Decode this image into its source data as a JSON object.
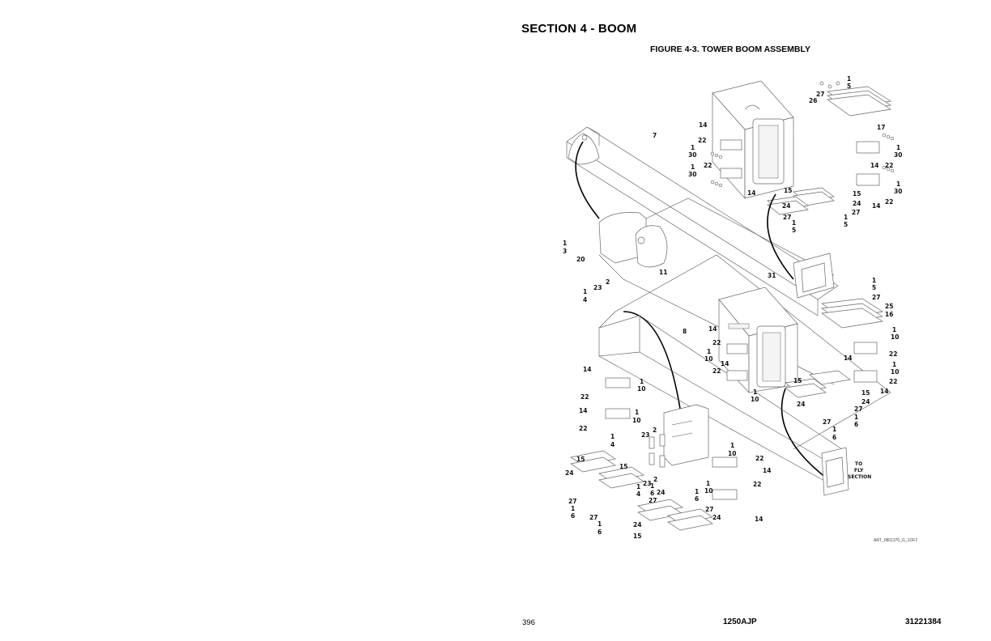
{
  "header": {
    "section_title": "SECTION 4 - BOOM",
    "figure_title": "FIGURE 4-3. TOWER BOOM ASSEMBLY"
  },
  "figure": {
    "art_id": "ART_0801370_G_1OF2",
    "callouts": {
      "c1": "1",
      "c5": "5",
      "c27": "27",
      "c26": "26",
      "c17": "17",
      "c14": "14",
      "c22": "22",
      "c30": "30",
      "c15": "15",
      "c24": "24",
      "c7": "7",
      "c3": "3",
      "c20": "20",
      "c2": "2",
      "c23": "23",
      "c4": "4",
      "c11": "11",
      "c31": "31",
      "c25": "25",
      "c16": "16",
      "c10": "10",
      "c8": "8",
      "c6": "6"
    },
    "note_line1": "TO",
    "note_line2": "FLY",
    "note_line3": "SECTION"
  },
  "footer": {
    "page_number": "396",
    "model": "1250AJP",
    "document_number": "31221384"
  }
}
